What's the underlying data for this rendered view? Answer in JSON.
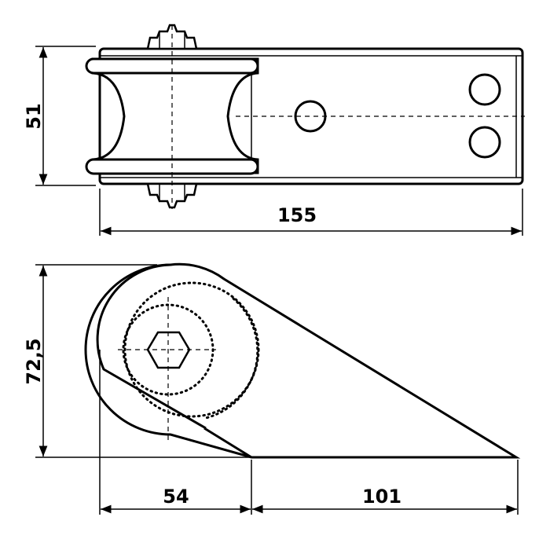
{
  "dimensions": {
    "top_height": "51",
    "top_length": "155",
    "side_height": "72,5",
    "side_left_width": "54",
    "side_right_width": "101"
  },
  "colors": {
    "stroke": "#000000",
    "background": "#ffffff"
  }
}
